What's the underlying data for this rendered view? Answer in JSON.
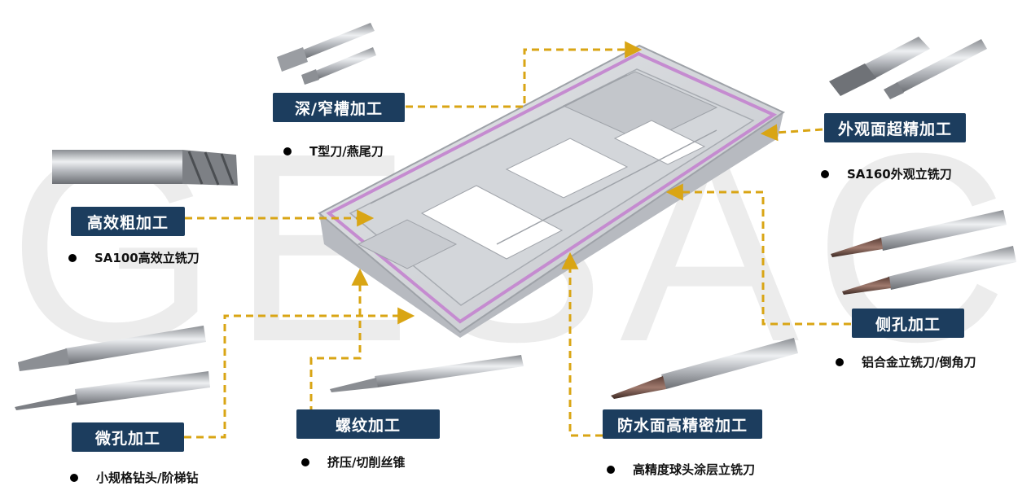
{
  "watermark": "GESAC",
  "categories": [
    {
      "id": "deep-slot",
      "title": "深/窄槽加工",
      "tool": "T型刀/燕尾刀"
    },
    {
      "id": "exterior-finish",
      "title": "外观面超精加工",
      "tool": "SA160外观立铣刀"
    },
    {
      "id": "rough",
      "title": "高效粗加工",
      "tool": "SA100高效立铣刀"
    },
    {
      "id": "side-hole",
      "title": "侧孔加工",
      "tool": "铝合金立铣刀/倒角刀"
    },
    {
      "id": "micro-hole",
      "title": "微孔加工",
      "tool": "小规格钻头/阶梯钻"
    },
    {
      "id": "thread",
      "title": "螺纹加工",
      "tool": "挤压/切削丝锥"
    },
    {
      "id": "waterproof",
      "title": "防水面高精密加工",
      "tool": "高精度球头涂层立铣刀"
    }
  ],
  "colors": {
    "label_bg": "#1c3d5e",
    "arrow": "#d9a514",
    "frame_edge": "#c58bd0",
    "watermark": "#ececec"
  }
}
